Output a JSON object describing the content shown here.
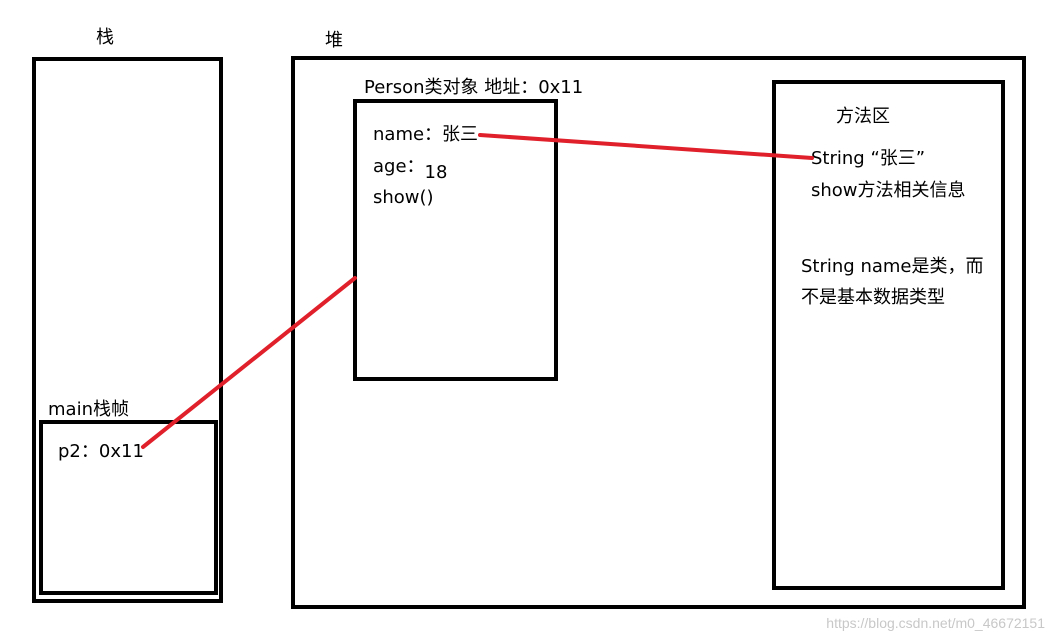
{
  "stack": {
    "title": "栈",
    "frame_title": "main栈帧",
    "var_name": "p2",
    "var_sep": "：",
    "var_value": "0x11"
  },
  "heap": {
    "title": "堆",
    "object_title": "Person类对象 地址：0x11",
    "fields": [
      {
        "label": "name：",
        "value": "张三"
      },
      {
        "label": "age：",
        "value": "18"
      },
      {
        "label": "show()",
        "value": ""
      }
    ]
  },
  "method_area": {
    "title": "方法区",
    "line1": "String  “张三”",
    "line2": "show方法相关信息",
    "note_line1": "String name是类，而",
    "note_line2": "不是基本数据类型"
  },
  "colors": {
    "border": "#000000",
    "connector": "#e0202a"
  },
  "watermark": "https://blog.csdn.net/m0_46672151"
}
